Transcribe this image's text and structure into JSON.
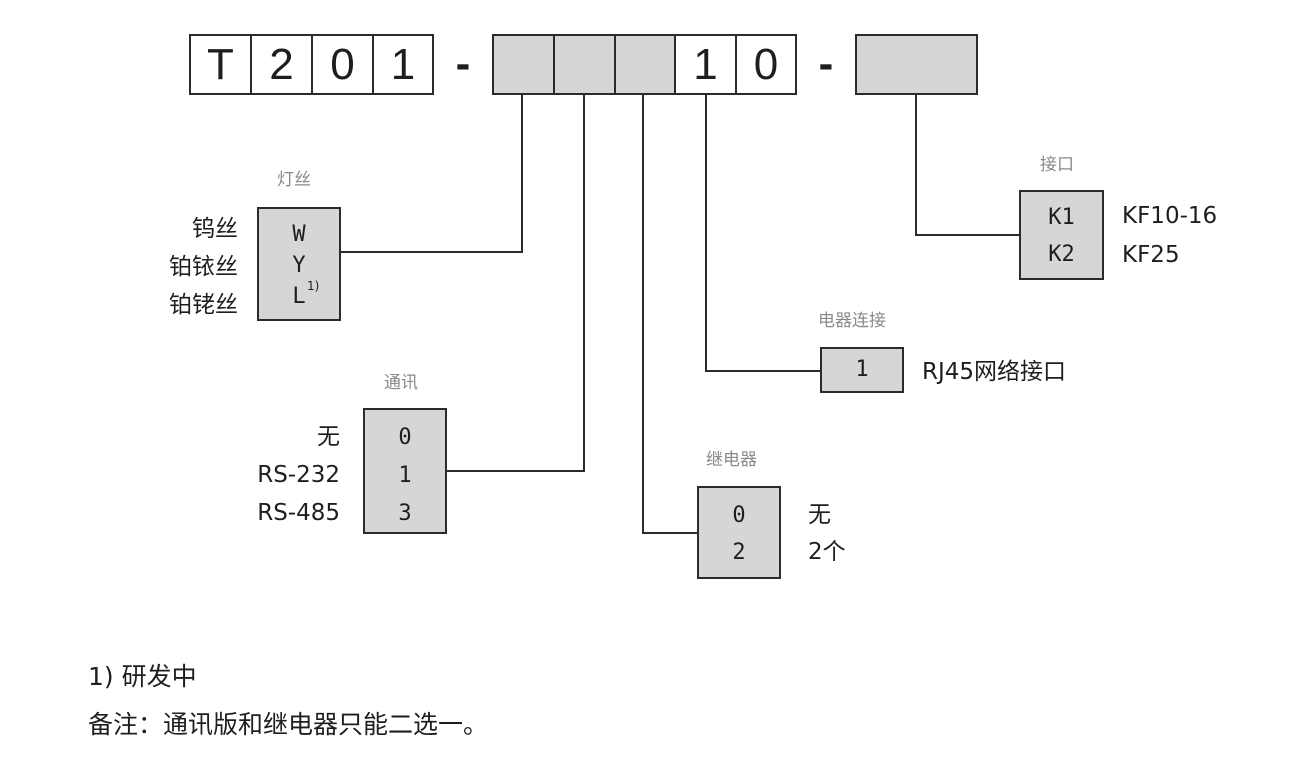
{
  "model_code": {
    "fixed": [
      "T",
      "2",
      "0",
      "1"
    ],
    "separator": "-",
    "comm_digit_1": "1",
    "comm_digit_2": "0"
  },
  "filament": {
    "caption": "灯丝",
    "codes": [
      "W",
      "Y",
      "L"
    ],
    "footnote_mark": "1)",
    "labels": [
      "钨丝",
      "铂铱丝",
      "铂铑丝"
    ]
  },
  "communication": {
    "caption": "通讯",
    "codes": [
      "0",
      "1",
      "3"
    ],
    "labels": [
      "无",
      "RS-232",
      "RS-485"
    ]
  },
  "relay": {
    "caption": "继电器",
    "codes": [
      "0",
      "2"
    ],
    "labels": [
      "无",
      "2个"
    ]
  },
  "electrical_connection": {
    "caption": "电器连接",
    "code": "1",
    "label": "RJ45网络接口"
  },
  "interface": {
    "caption": "接口",
    "codes": [
      "K1",
      "K2"
    ],
    "labels": [
      "KF10-16",
      "KF25"
    ]
  },
  "notes": {
    "line1": "1) 研发中",
    "line2": "备注：通讯版和继电器只能二选一。"
  },
  "colors": {
    "box_fill": "#d6d6d6",
    "line": "#2b2b2b",
    "caption": "#8a8a8a",
    "text": "#1e1e1e"
  }
}
